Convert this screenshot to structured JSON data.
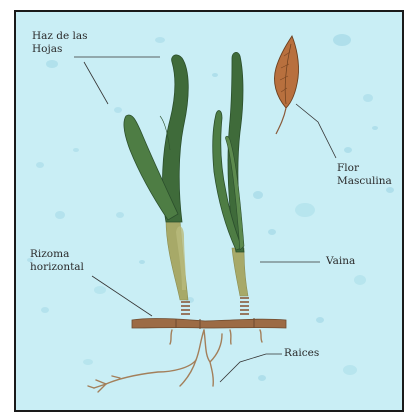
{
  "colors": {
    "background": "#c9eef5",
    "blade": "#3f6b3a",
    "blade_dark": "#2b4f2c",
    "sheath": "#a7a968",
    "rhizome": "#9c6b45",
    "root": "#a37f5a",
    "flower": "#b8703e"
  },
  "labels": {
    "leaf_blades": "Haz de las\nHojas",
    "male_flower": "Flor\nMasculina",
    "sheath": "Vaina",
    "rhizome": "Rizoma\nhorizontal",
    "roots": "Raices"
  }
}
